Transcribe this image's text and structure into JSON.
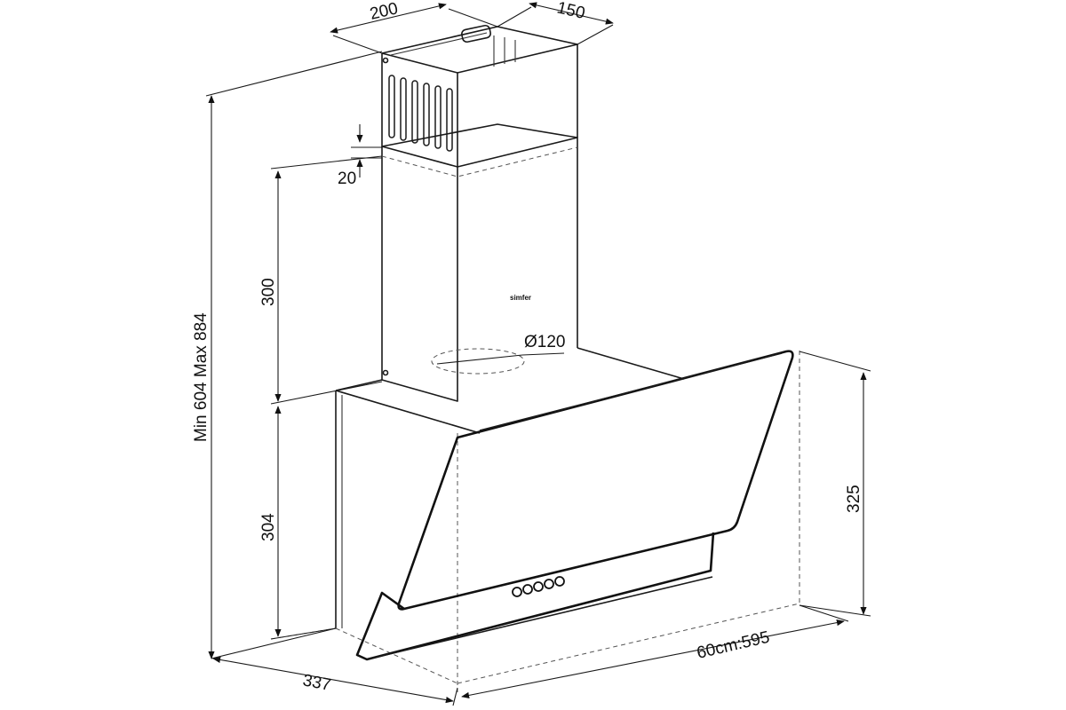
{
  "dimensions": {
    "chimney_width": "200",
    "chimney_depth": "150",
    "overlap": "20",
    "chimney_height": "300",
    "total_height": "Min 604 Max 884",
    "outlet_diameter": "Ø120",
    "hood_height": "304",
    "glass_height": "325",
    "depth": "337",
    "width": "60cm:595"
  },
  "brand_logo_text": "simfer"
}
